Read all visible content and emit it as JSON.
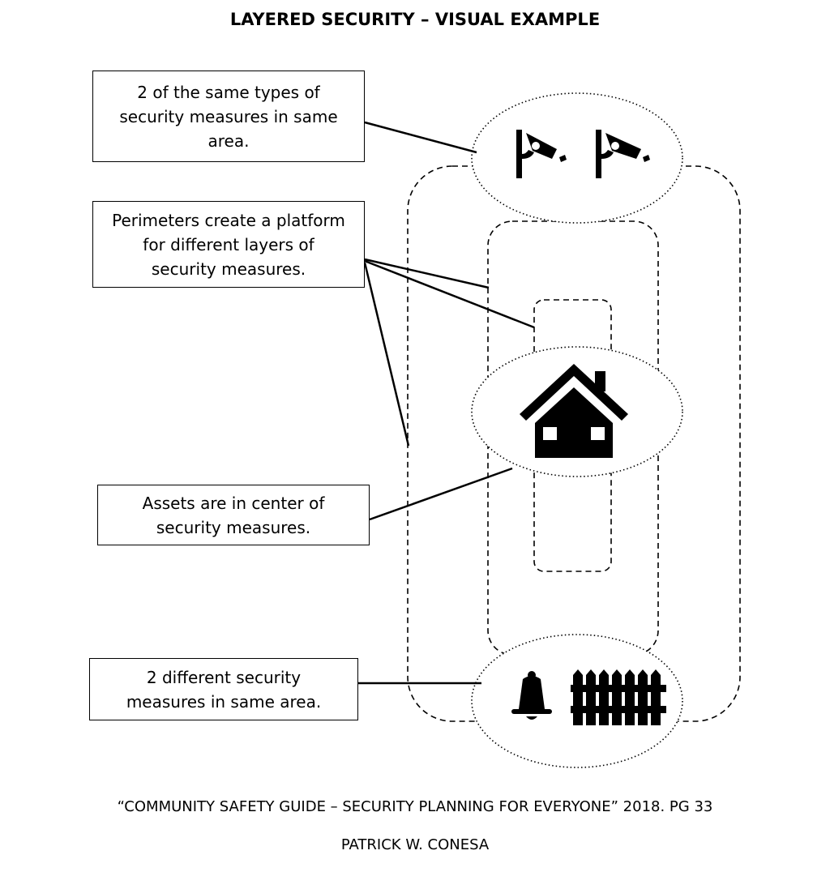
{
  "title": "LAYERED SECURITY – VISUAL EXAMPLE",
  "callouts": {
    "same_type": [
      "2 of the same types of",
      "security measures in same",
      "area."
    ],
    "perimeters": [
      "Perimeters create a platform",
      "for different layers of",
      "security measures."
    ],
    "assets": [
      "Assets are in center of",
      "security measures."
    ],
    "different": [
      "2 different security",
      "measures in same area."
    ]
  },
  "icons": {
    "top_zone": [
      "security-camera-icon",
      "security-camera-icon"
    ],
    "center_zone": [
      "house-icon"
    ],
    "bottom_zone": [
      "alarm-bell-icon",
      "fence-icon"
    ]
  },
  "footer": {
    "citation": "“COMMUNITY SAFETY GUIDE – SECURITY PLANNING FOR EVERYONE” 2018. PG 33",
    "author": "PATRICK W. CONESA"
  }
}
